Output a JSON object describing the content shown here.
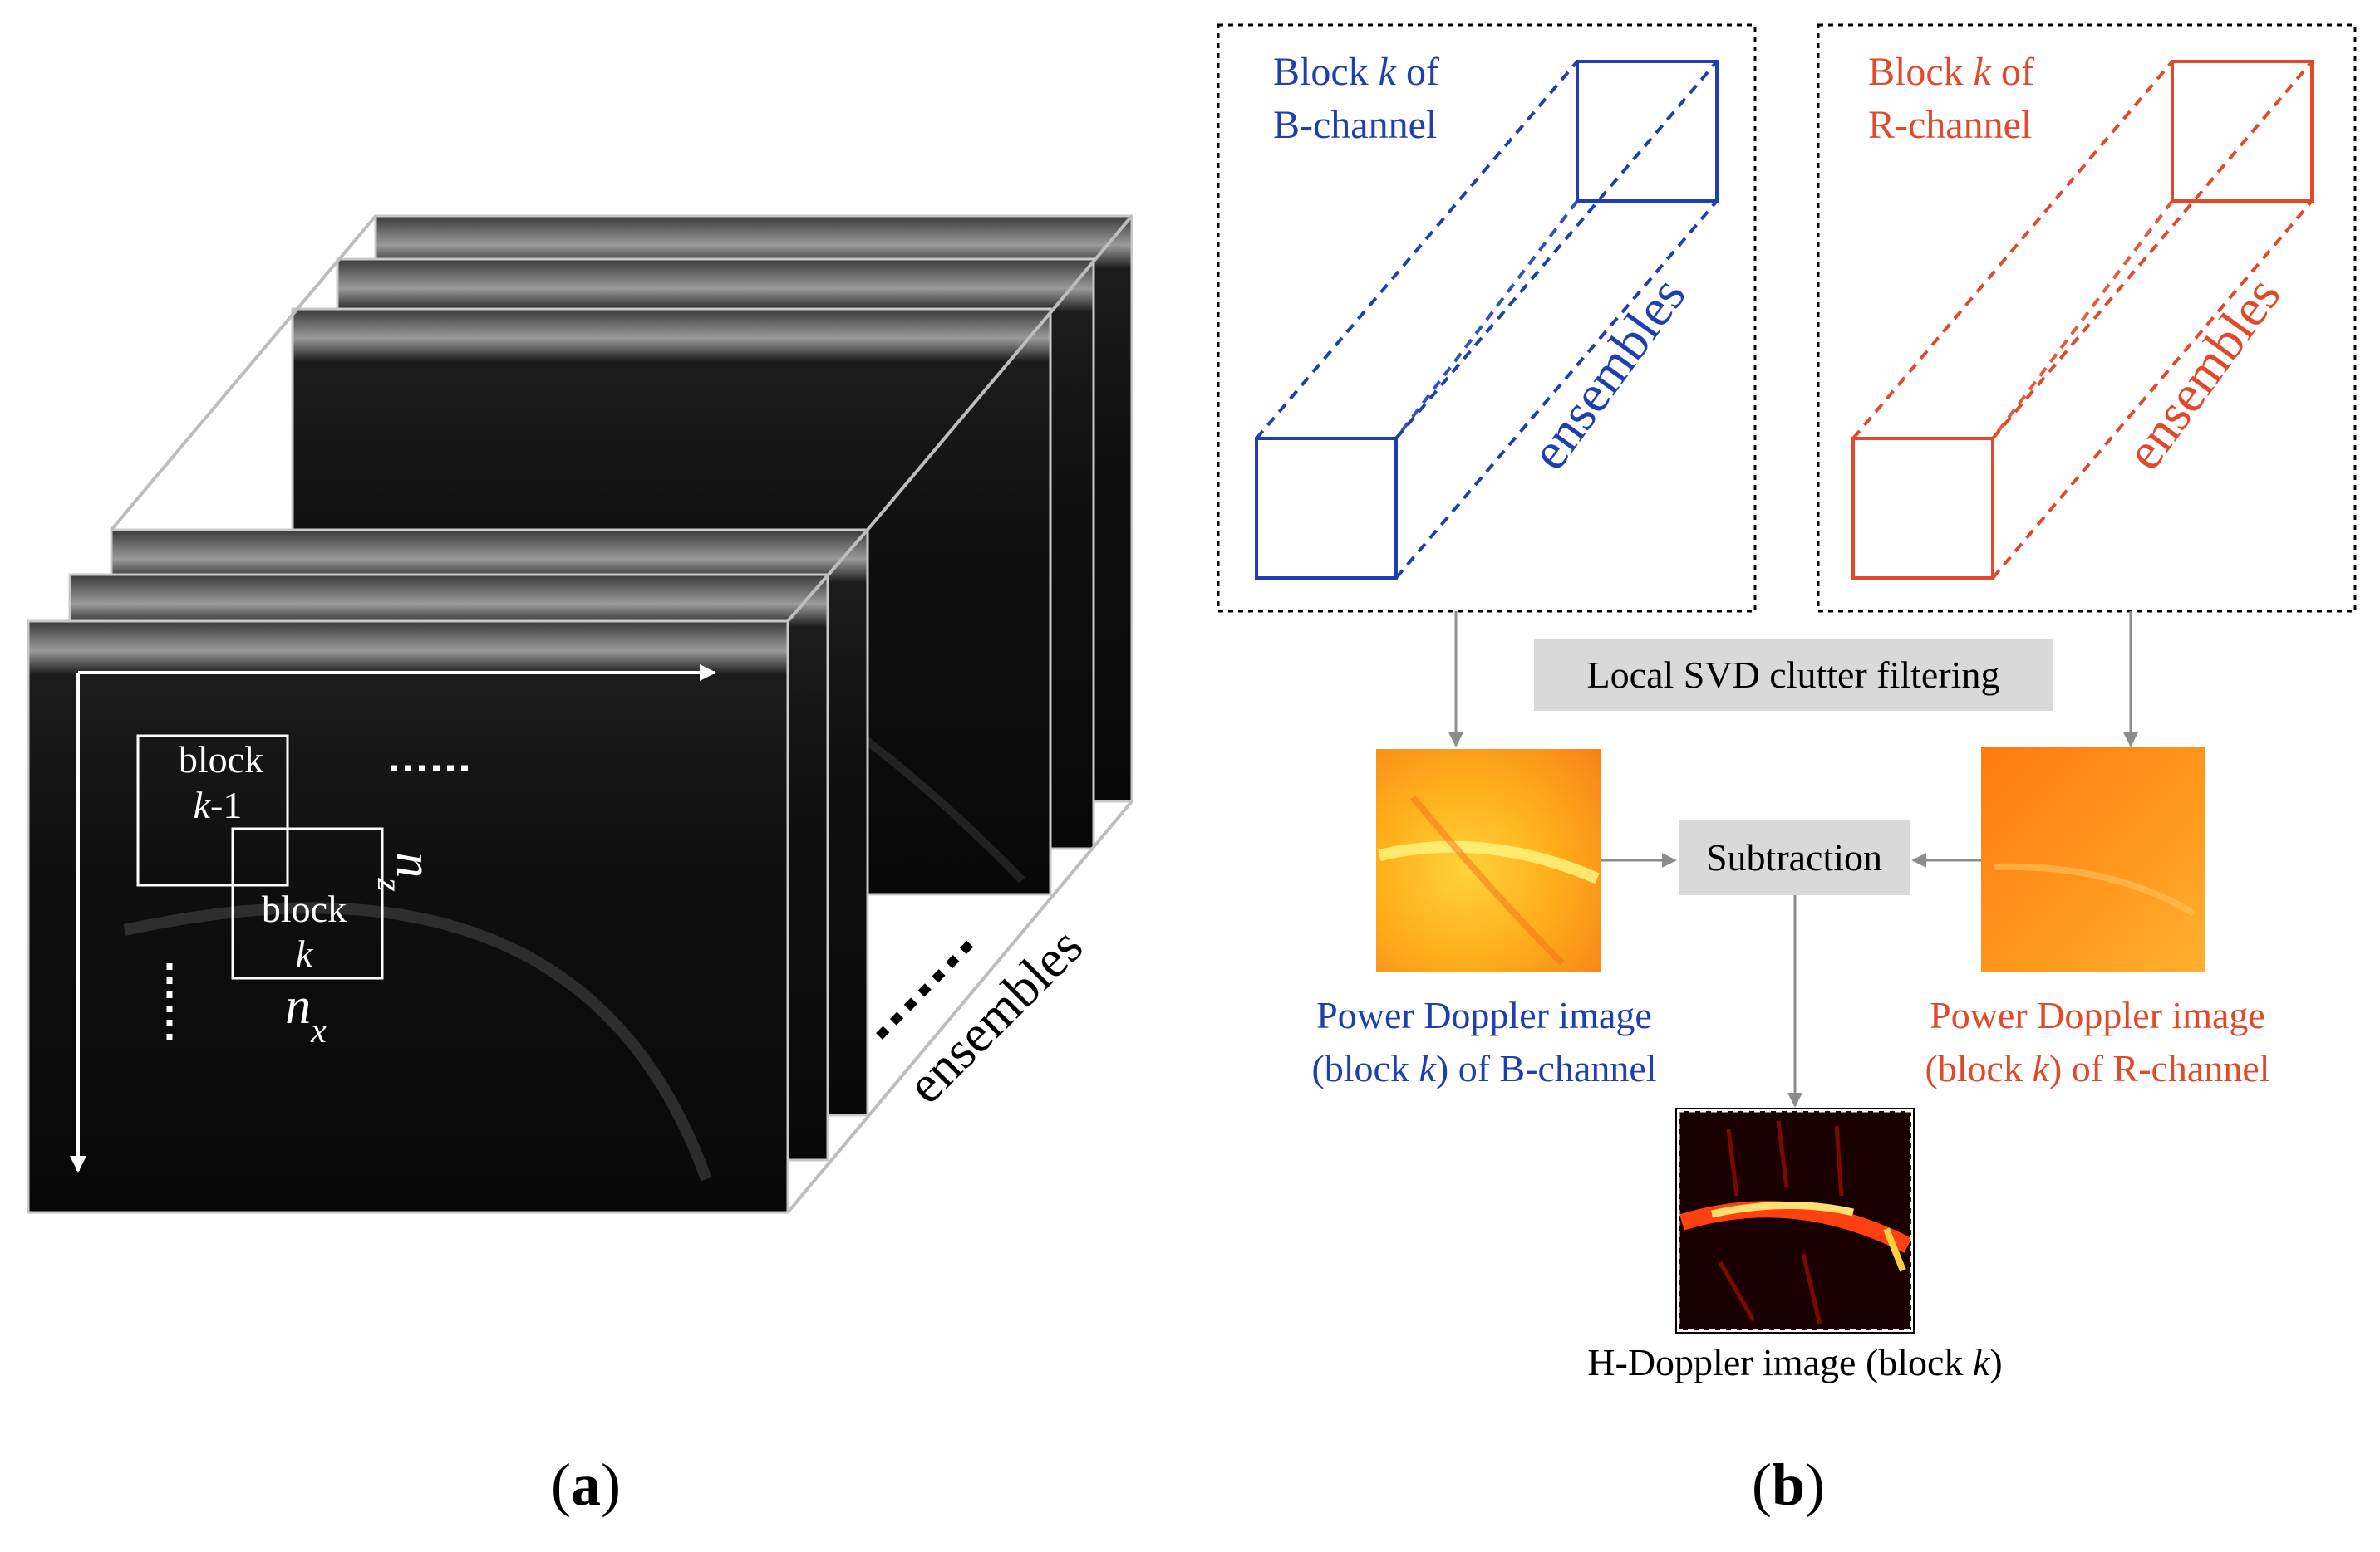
{
  "panel_a": {
    "block_prev_line1": "block",
    "block_prev_line2_var": "k",
    "block_prev_line2_rest": "-1",
    "block_cur_line1": "block",
    "block_cur_line2_var": "k",
    "nz_base": "n",
    "nz_sub": "z",
    "nx_base": "n",
    "nx_sub": "x",
    "ensembles": "ensembles",
    "caption_open": "(",
    "caption_letter": "a",
    "caption_close": ")"
  },
  "panel_b": {
    "b_block_pre": "Block ",
    "b_block_var": "k",
    "b_block_post": " of",
    "b_channel": "B-channel",
    "b_ensembles": "ensembles",
    "r_block_pre": "Block ",
    "r_block_var": "k",
    "r_block_post": " of",
    "r_channel": "R-channel",
    "r_ensembles": "ensembles",
    "svd_label": "Local SVD clutter filtering",
    "subtraction_label": "Subtraction",
    "b_pd_line1": "Power Doppler image",
    "b_pd_line2_pre": "(block ",
    "b_pd_line2_var": "k",
    "b_pd_line2_post": ") of B-channel",
    "r_pd_line1": "Power Doppler image",
    "r_pd_line2_pre": "(block ",
    "r_pd_line2_var": "k",
    "r_pd_line2_post": ") of R-channel",
    "hdoppler_pre": "H-Doppler image (block ",
    "hdoppler_var": "k",
    "hdoppler_post": ")",
    "caption_open": "(",
    "caption_letter": "b",
    "caption_close": ")"
  },
  "colors": {
    "blue": "#1f3fb0",
    "red": "#e2482a",
    "gray_box": "#d9d9d9",
    "arrow_gray": "#8c8c8c"
  }
}
